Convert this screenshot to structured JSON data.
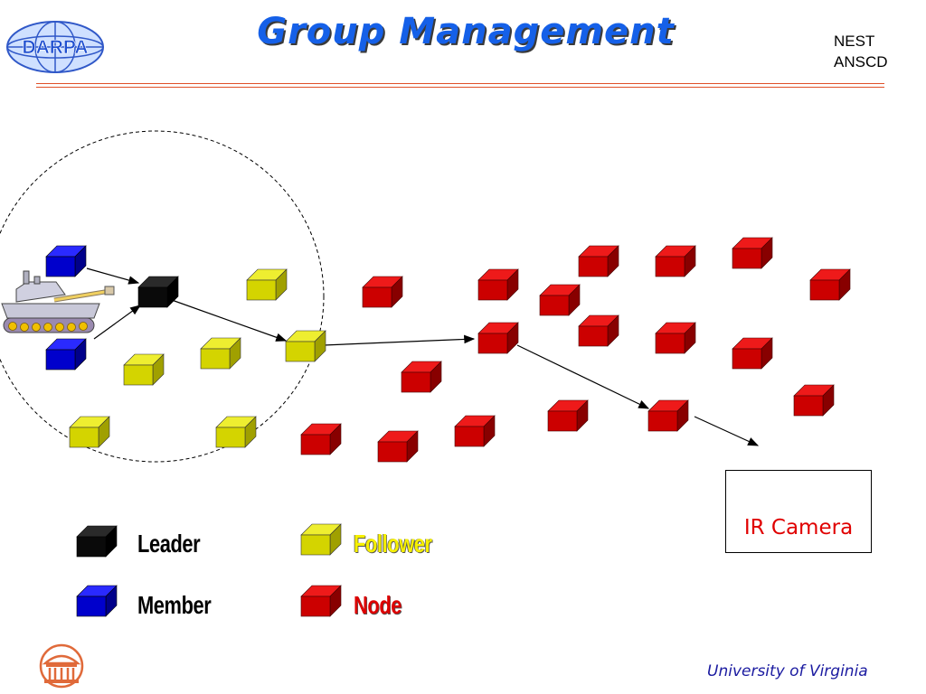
{
  "slide": {
    "title": "Group Management",
    "org_label": "NEST\nANSCD",
    "footer": "University of Virginia"
  },
  "logos": {
    "darpa_text": "DARPA",
    "darpa_icon": "darpa-globe-logo",
    "uva_icon": "rotunda-logo"
  },
  "ir_camera": {
    "label": "IR Camera"
  },
  "legend": {
    "leader": {
      "label": "Leader",
      "color": "#000000"
    },
    "member": {
      "label": "Member",
      "color": "#0000cc"
    },
    "follower": {
      "label": "Follower",
      "color": "#d4d400"
    },
    "node": {
      "label": "Node",
      "color": "#cc0000"
    }
  },
  "colors": {
    "title": "#1560e8",
    "rule": "#e05028",
    "footer": "#1a1aa0",
    "ir_camera_text": "#e00000"
  }
}
